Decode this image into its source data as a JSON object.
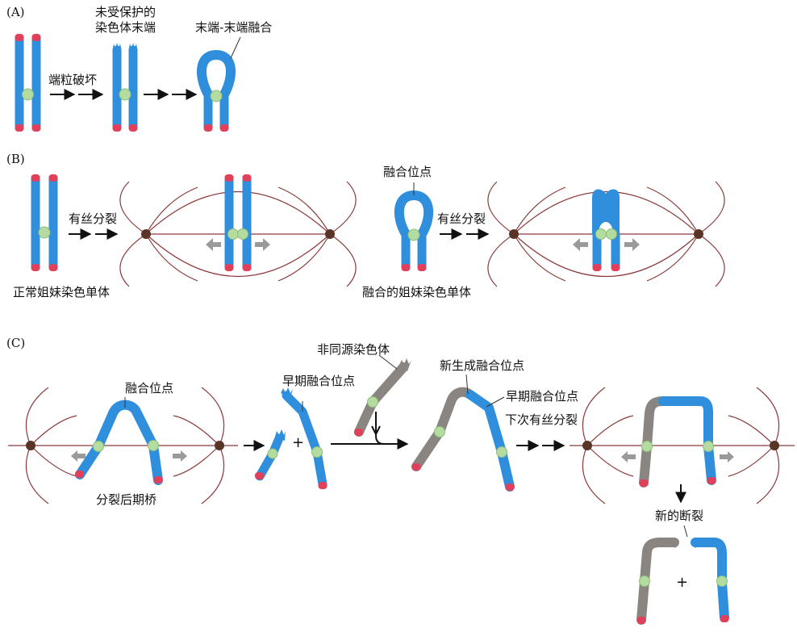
{
  "panels": {
    "a": {
      "letter": "(A)",
      "unprotected_ends": "未受保护的\n染色体末端",
      "telomere_damage": "端粒破坏",
      "end_to_end_fusion": "末端-末端融合"
    },
    "b": {
      "letter": "(B)",
      "mitosis_1": "有丝分裂",
      "mitosis_2": "有丝分裂",
      "fusion_site": "融合位点",
      "normal_sisters": "正常姐妹染色单体",
      "fused_sisters": "融合的姐妹染色单体"
    },
    "c": {
      "letter": "(C)",
      "fusion_site": "融合位点",
      "anaphase_bridge": "分裂后期桥",
      "early_fusion_site_1": "早期融合位点",
      "plus_1": "+",
      "nonhomologous": "非同源染色体",
      "new_fusion_site": "新生成融合位点",
      "early_fusion_site_2": "早期融合位点",
      "next_mitosis": "下次有丝分裂",
      "new_break": "新的断裂",
      "plus_2": "+"
    }
  },
  "colors": {
    "chromatid_blue": "#2f8fdc",
    "telomere_red": "#e0405a",
    "centromere_green": "#b4dca0",
    "nonhomologous_gray": "#8a8580",
    "spindle_brown": "#8b3a3a",
    "pole_brown": "#5a3426",
    "force_arrow_gray": "#9a9a9a"
  }
}
